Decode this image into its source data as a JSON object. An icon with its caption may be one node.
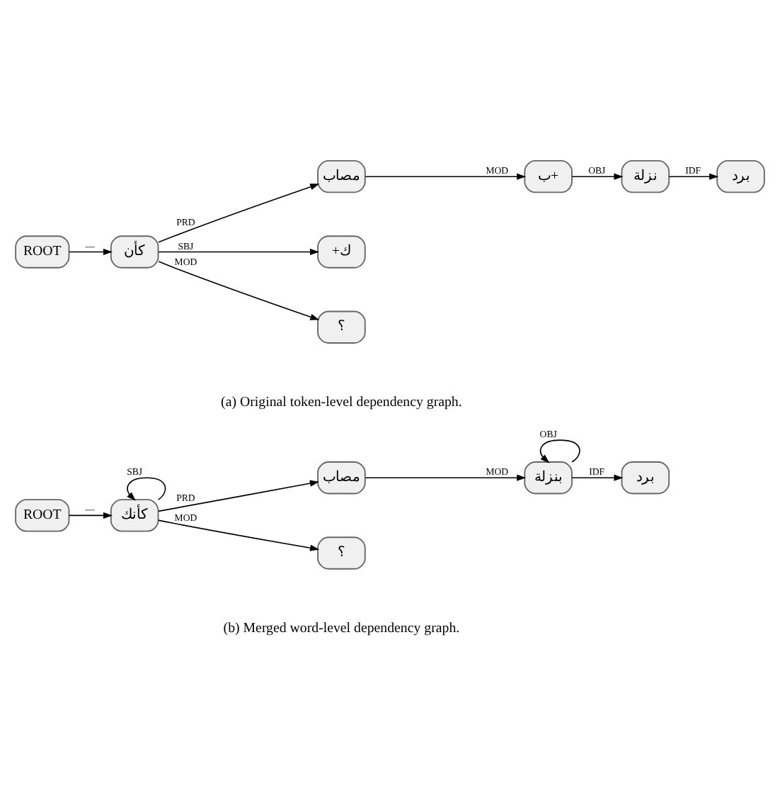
{
  "diagram": {
    "nodes": [
      {
        "text": [
          "ROOT"
        ]
      },
      {
        "text": [
          "كأن"
        ]
      },
      {
        "text": [
          "مصاب"
        ]
      },
      {
        "text": [
          "ب+"
        ]
      },
      {
        "text": [
          "+ك"
        ]
      },
      {
        "text": [
          "نزلة"
        ]
      },
      {
        "text": [
          "برد"
        ]
      },
      {
        "text": [
          "؟"
        ]
      },
      {
        "text": [
          "ROOT"
        ]
      },
      {
        "text": [
          "كأنك"
        ]
      },
      {
        "text": [
          "مصاب"
        ]
      },
      {
        "text": [
          "بنزلة"
        ]
      },
      {
        "text": [
          "برد"
        ]
      },
      {
        "text": [
          "؟"
        ]
      }
    ],
    "edges": [
      {
        "from": 0,
        "to": 1,
        "arrow": "to",
        "label": "—"
      },
      {
        "from": 1,
        "to": 2,
        "arrow": "to",
        "label": "PRD"
      },
      {
        "from": 2,
        "to": 3,
        "arrow": "to",
        "label": "MOD"
      },
      {
        "from": 1,
        "to": 4,
        "arrow": "to",
        "label": "SBJ"
      },
      {
        "from": 1,
        "to": 7,
        "arrow": "to",
        "label": "MOD"
      },
      {
        "from": 3,
        "to": 5,
        "arrow": "to",
        "label": "OBJ"
      },
      {
        "from": 5,
        "to": 6,
        "arrow": "to",
        "label": "IDF"
      },
      {
        "from": 8,
        "to": 9,
        "arrow": "to",
        "label": "—"
      },
      {
        "from": 9,
        "to": 9,
        "arrow": "to",
        "label": "SBJ"
      },
      {
        "from": 9,
        "to": 10,
        "arrow": "to",
        "label": "PRD"
      },
      {
        "from": 10,
        "to": 11,
        "arrow": "to",
        "label": "MOD"
      },
      {
        "from": 11,
        "to": 11,
        "arrow": "to",
        "label": "OBJ"
      },
      {
        "from": 11,
        "to": 12,
        "arrow": "to",
        "label": "IDF"
      },
      {
        "from": 9,
        "to": 13,
        "arrow": "to",
        "label": "MOD"
      }
    ],
    "labels": [
      "(a) Original token-level dependency graph.",
      "(b) Merged word-level dependency graph."
    ]
  }
}
